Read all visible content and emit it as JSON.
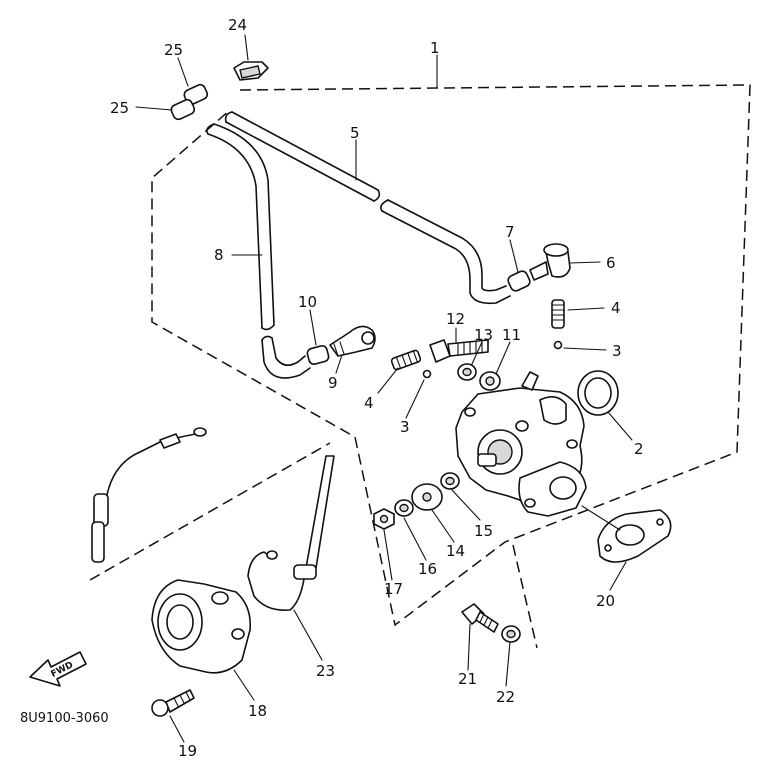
{
  "figure_code": "8U9100-3060",
  "arrow_label": "FWD",
  "callouts": [
    {
      "id": "c1",
      "text": "1"
    },
    {
      "id": "c2",
      "text": "2"
    },
    {
      "id": "c3a",
      "text": "3"
    },
    {
      "id": "c3b",
      "text": "3"
    },
    {
      "id": "c4a",
      "text": "4"
    },
    {
      "id": "c4b",
      "text": "4"
    },
    {
      "id": "c5",
      "text": "5"
    },
    {
      "id": "c6",
      "text": "6"
    },
    {
      "id": "c7",
      "text": "7"
    },
    {
      "id": "c8",
      "text": "8"
    },
    {
      "id": "c9",
      "text": "9"
    },
    {
      "id": "c10",
      "text": "10"
    },
    {
      "id": "c11",
      "text": "11"
    },
    {
      "id": "c12",
      "text": "12"
    },
    {
      "id": "c13",
      "text": "13"
    },
    {
      "id": "c14",
      "text": "14"
    },
    {
      "id": "c15",
      "text": "15"
    },
    {
      "id": "c16",
      "text": "16"
    },
    {
      "id": "c17",
      "text": "17"
    },
    {
      "id": "c18",
      "text": "18"
    },
    {
      "id": "c19",
      "text": "19"
    },
    {
      "id": "c20",
      "text": "20"
    },
    {
      "id": "c21",
      "text": "21"
    },
    {
      "id": "c22",
      "text": "22"
    },
    {
      "id": "c23",
      "text": "23"
    },
    {
      "id": "c24",
      "text": "24"
    },
    {
      "id": "c25a",
      "text": "25"
    },
    {
      "id": "c25b",
      "text": "25"
    }
  ]
}
